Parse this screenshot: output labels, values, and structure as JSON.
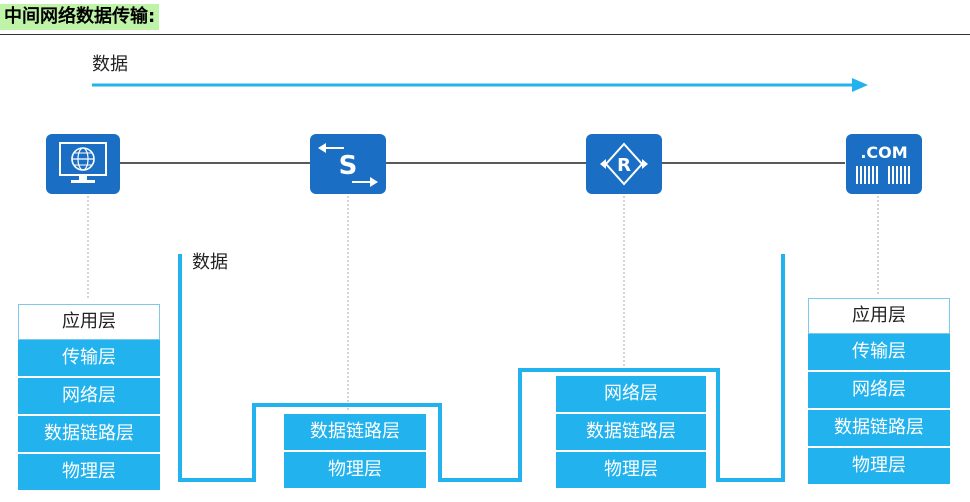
{
  "title": "中间网络数据传输:",
  "top_data_label": "数据",
  "inner_data_label": "数据",
  "devices": {
    "host_icon": "globe-monitor-icon",
    "switch_icon": "switch-icon",
    "switch_letter": "S",
    "router_icon": "router-icon",
    "router_letter": "R",
    "server_icon": "server-icon",
    "server_label": ".COM"
  },
  "stacks": {
    "left": [
      "应用层",
      "传输层",
      "网络层",
      "数据链路层",
      "物理层"
    ],
    "switch": [
      "数据链路层",
      "物理层"
    ],
    "router": [
      "网络层",
      "数据链路层",
      "物理层"
    ],
    "right": [
      "应用层",
      "传输层",
      "网络层",
      "数据链路层",
      "物理层"
    ]
  },
  "colors": {
    "accent": "#22b3ee",
    "device": "#1a6fc4",
    "title_highlight": "#bff3a8"
  }
}
